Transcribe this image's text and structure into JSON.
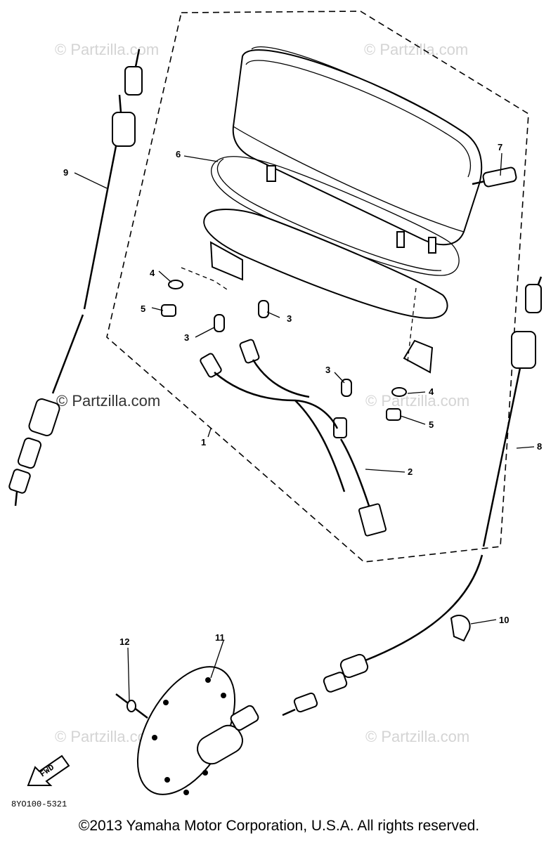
{
  "watermarks": [
    "© Partzilla.com",
    "© Partzilla.com",
    "© Partzilla.com",
    "© Partzilla.com",
    "© Partzilla.com",
    "© Partzilla.com"
  ],
  "watermark_dark": "© Partzilla.com",
  "callouts": [
    "1",
    "2",
    "3",
    "3",
    "3",
    "4",
    "4",
    "5",
    "5",
    "6",
    "7",
    "8",
    "9",
    "10",
    "11",
    "12"
  ],
  "fwd_label": "FWD",
  "diagram_code": "8YO100-5321",
  "copyright": "©2013 Yamaha Motor Corporation, U.S.A. All rights reserved."
}
